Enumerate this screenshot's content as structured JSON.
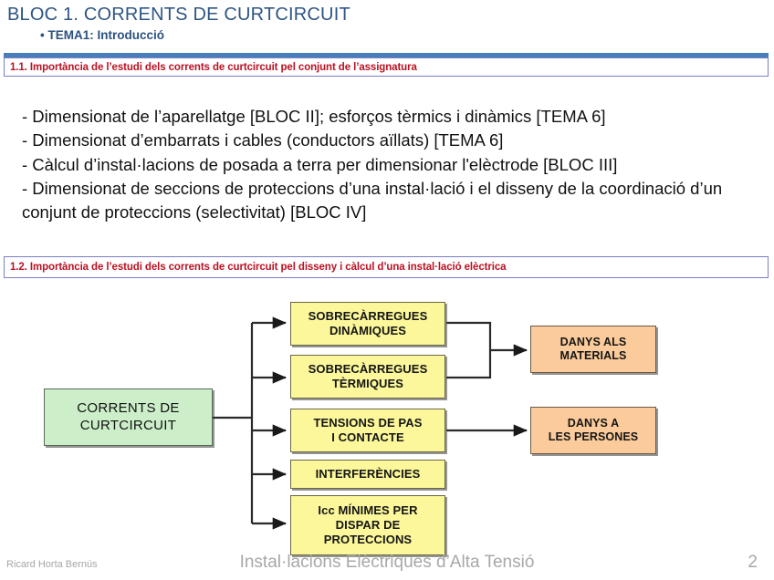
{
  "slide": {
    "title": "BLOC 1. CORRENTS DE CURTCIRCUIT",
    "subtitle": "• TEMA1: Introducció"
  },
  "sections": [
    {
      "id": "1.1",
      "heading": "1.1. Importància de l’estudi dels corrents de curtcircuit pel conjunt de l’assignatura"
    },
    {
      "id": "1.2",
      "heading": "1.2. Importància de l’estudi dels corrents de curtcircuit pel disseny i càlcul d’una instal·lació elèctrica"
    }
  ],
  "body": {
    "lines": [
      "- Dimensionat de l’aparellatge [BLOC II]; esforços tèrmics i dinàmics [TEMA 6]",
      "- Dimensionat d’embarrats i cables (conductors aïllats) [TEMA 6]",
      "- Càlcul d’instal·lacions de posada a terra per dimensionar l'elèctrode [BLOC III]",
      "- Dimensionat de seccions de proteccions d’una instal·lació i el disseny de la coordinació d’un conjunt de proteccions (selectivitat) [BLOC IV]"
    ]
  },
  "diagram": {
    "source": {
      "label": "CORRENTS DE\nCURTCIRCUIT",
      "color": "#ccefc9"
    },
    "middle": [
      {
        "label": "SOBRECÀRREGUES\nDINÀMIQUES",
        "color": "#fbf79a"
      },
      {
        "label": "SOBRECÀRREGUES\nTÈRMIQUES",
        "color": "#fbf79a"
      },
      {
        "label": "TENSIONS DE PAS\nI CONTACTE",
        "color": "#fbf79a"
      },
      {
        "label": "INTERFERÈNCIES",
        "color": "#fbf79a"
      },
      {
        "label": "Icc MÍNIMES PER\nDISPAR DE\nPROTECCIONS",
        "color": "#fbf79a"
      }
    ],
    "outcomes": [
      {
        "label": "DANYS ALS\nMATERIALS",
        "color": "#fbcb9b"
      },
      {
        "label": "DANYS A\nLES PERSONES",
        "color": "#fbcb9b"
      }
    ]
  },
  "footer": {
    "author": "Ricard Horta Bernús",
    "course": "Instal·lacions Elèctriques d’Alta Tensió",
    "page": "2"
  },
  "colors": {
    "title_blue": "#2e5584",
    "banner_bar": "#4a7ebb",
    "banner_border": "#7a7fc4",
    "heading_red": "#bb1122",
    "footer_gray": "#a8a8a8"
  }
}
